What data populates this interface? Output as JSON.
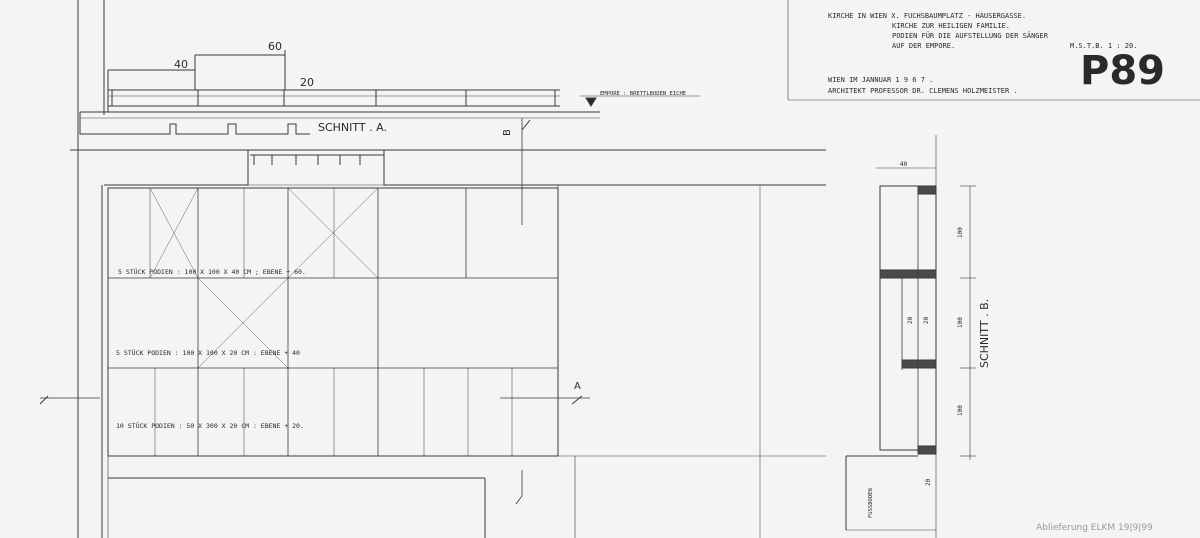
{
  "title_block": {
    "line1": "KIRCHE IN WIEN X. FUCHSBAUMPLATZ - HAUSERGASSE.",
    "line2": "KIRCHE ZUR HEILIGEN FAMILIE.",
    "line3": "PODIEN FÜR DIE AUFSTELLUNG DER SÄNGER",
    "line4": "AUF DER EMPORE.",
    "scale": "M.S.T.B. 1 : 20.",
    "place_date": "WIEN IM JANNUAR 1 9 6 7 .",
    "architect": "ARCHITEKT PROFESSOR DR. CLEMENS HOLZMEISTER .",
    "sheet_number": "P89"
  },
  "plan": {
    "dim_40": "40",
    "dim_60": "60",
    "dim_20": "20",
    "level_note": "EMPORE : BRETTLBODEN EICHE",
    "section_a_title": "SCHNITT . A.",
    "marker_b": "B",
    "marker_a": "A",
    "podium_note_1": "5 STÜCK PODIEN : 100 X 100 X 40 CM ; EBENE + 60.",
    "podium_note_2": "5 STÜCK PODIEN : 100 X 100 X 20 CM : EBENE + 40",
    "podium_note_3": "10 STÜCK PODIEN : 50 X 300 X 20 CM : EBENE + 20."
  },
  "section_b": {
    "title": "SCHNITT . B.",
    "dim_top": "40",
    "dim_upper": "100",
    "dim_middle": "100",
    "dim_lower": "100",
    "dim_20a": "20",
    "dim_20b": "20",
    "dim_20c": "20",
    "floor_label": "FUSSBODEN"
  },
  "archive_note": "Ablieferung ELKM 19|9|99"
}
